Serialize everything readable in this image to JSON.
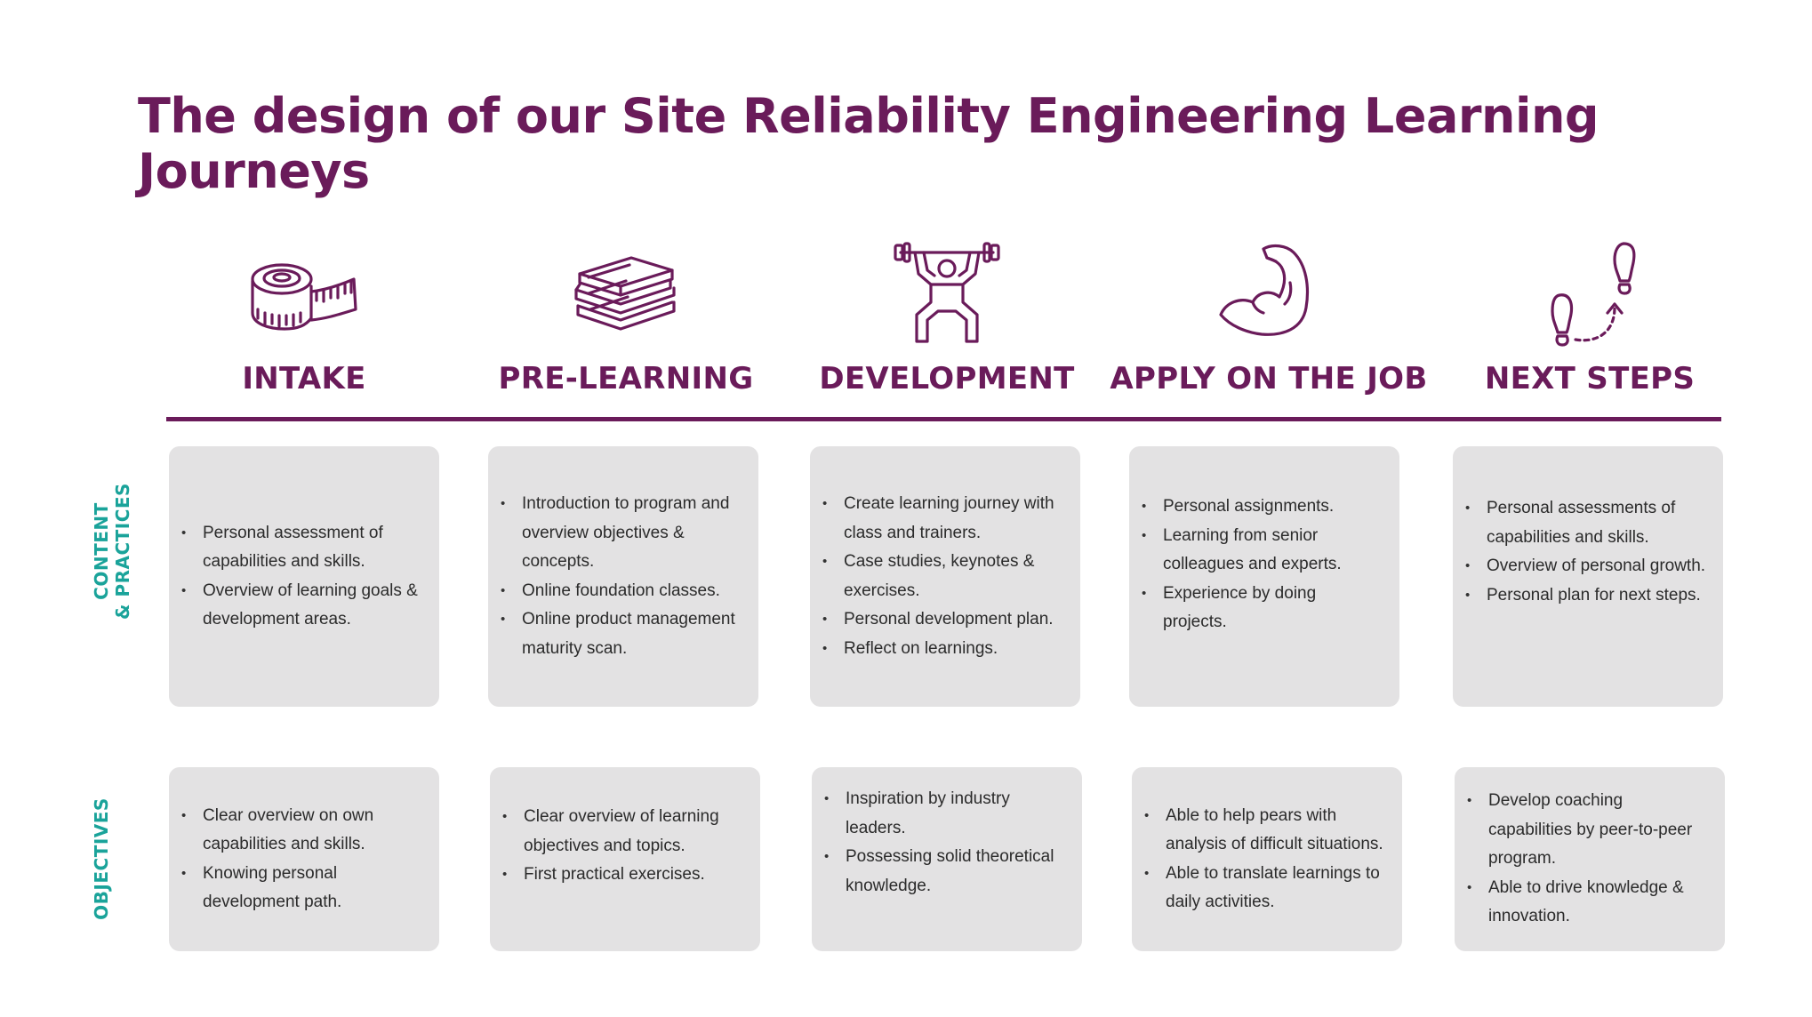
{
  "title": "The design of our Site Reliability Engineering Learning Journeys",
  "row_labels": {
    "content_line1": "CONTENT",
    "content_line2": "& PRACTICES",
    "objectives": "OBJECTIVES"
  },
  "colors": {
    "primary": "#6a1b5a",
    "accent": "#1aa39a",
    "card": "#e3e2e3"
  },
  "stages": [
    {
      "label": "INTAKE",
      "icon": "measuring-tape-icon",
      "content": [
        "Personal assessment of capabilities and skills.",
        "Overview of learning goals & development areas."
      ],
      "objectives": [
        "Clear overview on own capabilities and skills.",
        "Knowing personal development path."
      ]
    },
    {
      "label": "PRE-LEARNING",
      "icon": "books-icon",
      "content": [
        "Introduction to program and overview objectives & concepts.",
        "Online foundation classes.",
        "Online product management maturity scan."
      ],
      "objectives": [
        "Clear overview of learning objectives and topics.",
        "First practical exercises."
      ]
    },
    {
      "label": "DEVELOPMENT",
      "icon": "weightlifter-icon",
      "content": [
        "Create learning journey with class and trainers.",
        "Case studies, keynotes & exercises.",
        "Personal development plan.",
        "Reflect on learnings."
      ],
      "objectives": [
        "Inspiration by industry leaders.",
        "Possessing solid theoretical knowledge."
      ]
    },
    {
      "label": "APPLY ON THE JOB",
      "icon": "flexed-bicep-icon",
      "content": [
        "Personal assignments.",
        "Learning from senior colleagues and experts.",
        "Experience by doing projects."
      ],
      "objectives": [
        "Able to help pears with analysis of difficult situations.",
        "Able to translate learnings to daily activities."
      ]
    },
    {
      "label": "NEXT STEPS",
      "icon": "footsteps-icon",
      "content": [
        "Personal assessments of capabilities and skills.",
        "Overview of personal growth.",
        "Personal plan for next steps."
      ],
      "objectives": [
        "Develop coaching capabilities by peer-to-peer program.",
        "Able to drive knowledge & innovation."
      ]
    }
  ]
}
